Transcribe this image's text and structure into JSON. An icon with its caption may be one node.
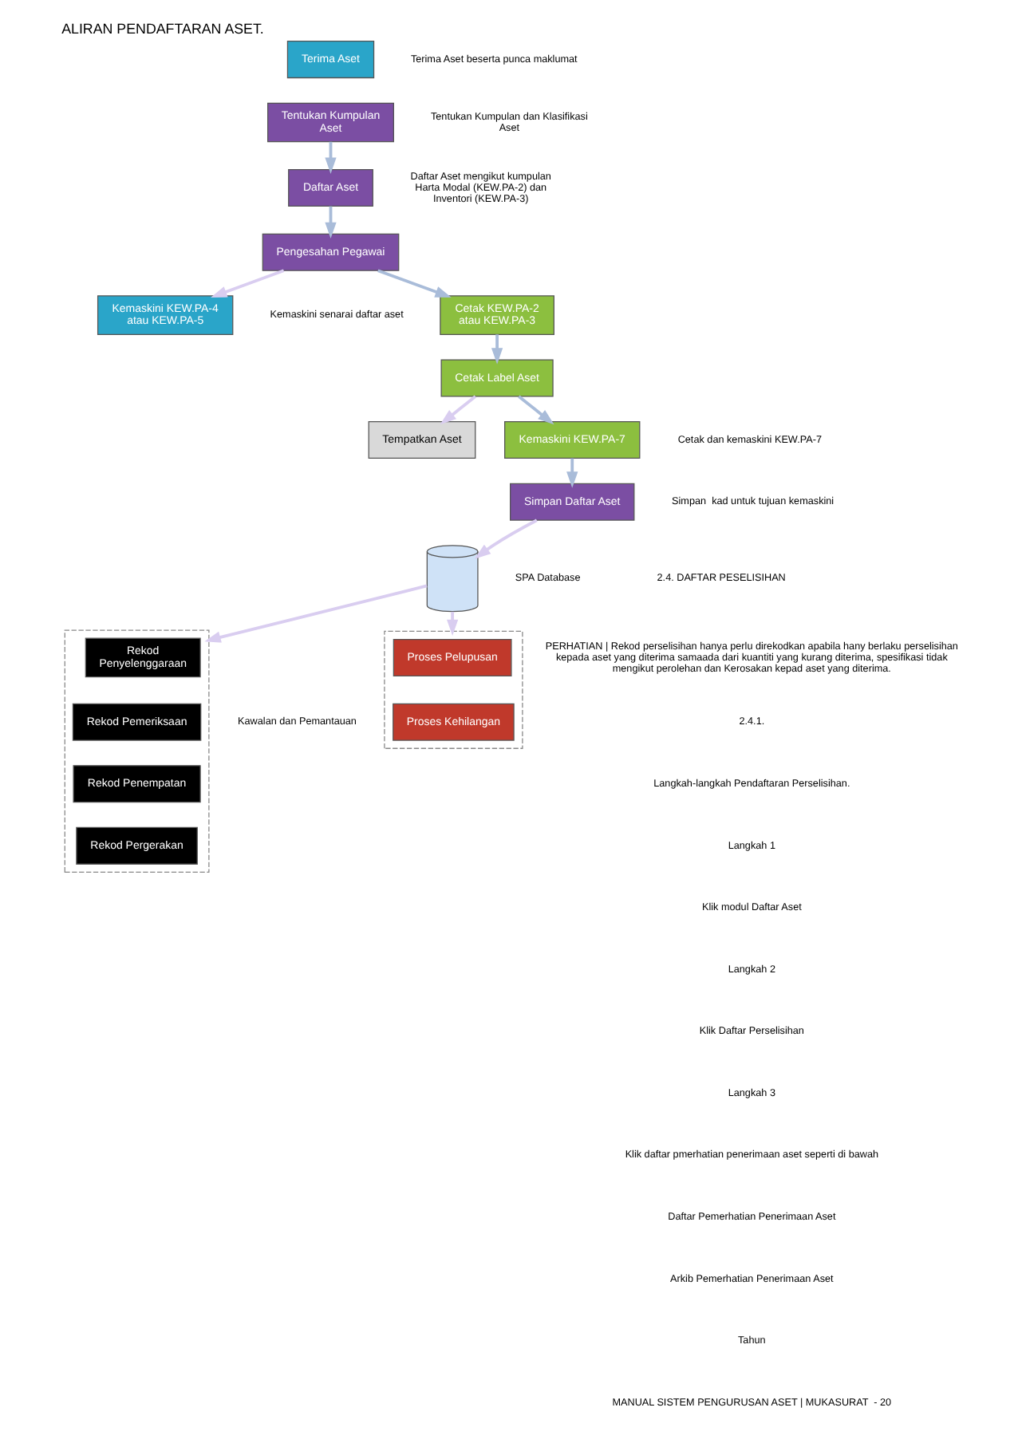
{
  "diagram": {
    "title": "ALIRAN PENDAFTARAN ASET.",
    "nodes": [
      {
        "text": [
          "Terima Aset"
        ],
        "beside": [
          "Terima Aset beserta punca maklumat"
        ]
      },
      {
        "text": [
          "Tentukan Kumpulan Aset"
        ],
        "beside": [
          "Tentukan Kumpulan dan Klasifikasi Aset"
        ]
      },
      {
        "text": [
          "Daftar Aset"
        ],
        "beside": [
          "Daftar Aset mengikut kumpulan Harta Modal (KEW.PA-2) dan Inventori (KEW.PA-3)"
        ]
      },
      {
        "text": [
          "Pengesahan Pegawai"
        ]
      },
      {
        "text": [
          "Kemaskini KEW.PA-4 atau KEW.PA-5"
        ],
        "beside": [
          "Kemaskini senarai daftar aset"
        ]
      },
      {
        "text": [
          "Cetak KEW.PA-2 atau KEW.PA-3"
        ]
      },
      {
        "text": [
          "Cetak Label Aset"
        ]
      },
      {
        "text": [
          "Tempatkan Aset"
        ]
      },
      {
        "text": [
          "Kemaskini KEW.PA-7"
        ],
        "beside": [
          "Cetak dan kemaskini KEW.PA-7"
        ]
      },
      {
        "text": [
          "Simpan Daftar Aset"
        ],
        "beside": [
          "Simpan  kad untuk tujuan kemaskini"
        ]
      },
      {
        "text": [],
        "shape": "box",
        "beside": [
          "Kawalan dan Pemantauan"
        ]
      },
      {
        "text": [
          "Rekod Penyelenggaraan"
        ],
        "in": 10
      },
      {
        "text": [
          "Rekod Pemeriksaan"
        ],
        "in": 10
      },
      {
        "text": [
          "Rekod Penempatan"
        ],
        "in": 10
      },
      {
        "text": [
          "Rekod Pergerakan"
        ],
        "in": 10
      },
      {
        "text": [],
        "shape": "cylinder",
        "beside": [
          "SPA Database"
        ]
      },
      {
        "text": [],
        "shape": "box"
      },
      {
        "text": [
          "Proses Pelupusan"
        ],
        "in": 16
      },
      {
        "text": [
          "Proses Kehilangan"
        ],
        "in": 16
      }
    ],
    "edges": [
      {
        "from": 1,
        "to": 2,
        "arrow": "to"
      },
      {
        "from": 2,
        "to": 3,
        "arrow": "to"
      },
      {
        "from": 3,
        "to": 5,
        "arrow": "to"
      },
      {
        "from": 3,
        "to": 4,
        "arrow": "to",
        "color": "#d9cdf0"
      },
      {
        "from": 5,
        "to": 6,
        "arrow": "to"
      },
      {
        "from": 6,
        "to": 7,
        "arrow": "to",
        "color": "#d9cdf0"
      },
      {
        "from": 6,
        "to": 8,
        "arrow": "to"
      },
      {
        "from": 8,
        "to": 9,
        "arrow": "to"
      },
      {
        "from": 9,
        "to": 15,
        "arrow": "to",
        "color": "#d9cdf0"
      },
      {
        "from": 15,
        "to": 10,
        "arrow": "to",
        "color": "#d9cdf0"
      },
      {
        "from": 15,
        "to": 16,
        "arrow": "to",
        "color": "#d9cdf0"
      }
    ],
    "labels": [
      "2.4. DAFTAR PESELISIHAN",
      "PERHATIAN | Rekod perselisihan hanya perlu direkodkan apabila hany berlaku perselisihan kepada aset yang diterima samaada dari kuantiti yang kurang diterima, spesifikasi tidak mengikut perolehan dan Kerosakan kepad aset yang diterima.",
      "2.4.1.",
      "Langkah-langkah Pendaftaran Perselisihan.",
      "Langkah 1",
      "Klik modul Daftar Aset",
      "Langkah 2",
      "Klik Daftar Perselisihan",
      "Langkah 3",
      "Klik daftar pmerhatian penerimaan aset seperti di bawah",
      "Daftar Pemerhatian Penerimaan Aset",
      "Arkib Pemerhatian Penerimaan Aset",
      "Tahun",
      "MANUAL SISTEM PENGURUSAN ASET | MUKASURAT  - 20"
    ]
  }
}
